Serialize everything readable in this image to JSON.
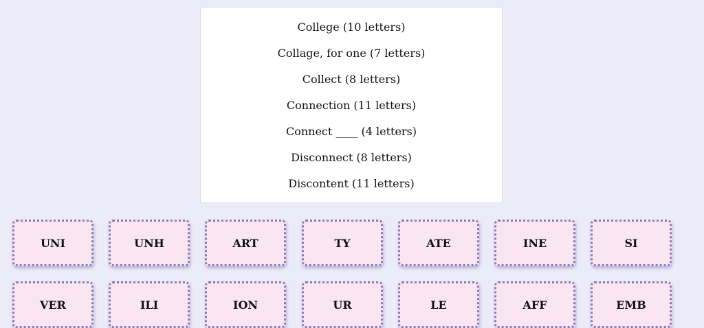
{
  "clues": [
    "College (10 letters)",
    "Collage, for one (7 letters)",
    "Collect (8 letters)",
    "Connection (11 letters)",
    "Connect ____ (4 letters)",
    "Disconnect (8 letters)",
    "Discontent (11 letters)"
  ],
  "tiles": [
    [
      "UNI",
      "UNH",
      "ART",
      "TY",
      "ATE",
      "INE",
      "SI"
    ],
    [
      "VER",
      "ILI",
      "ION",
      "UR",
      "LE",
      "AFF",
      "EMB"
    ]
  ],
  "colors": {
    "background": "#ececf9",
    "tile_fill": "#f9e6f2",
    "tile_border": "#8b77b3"
  }
}
